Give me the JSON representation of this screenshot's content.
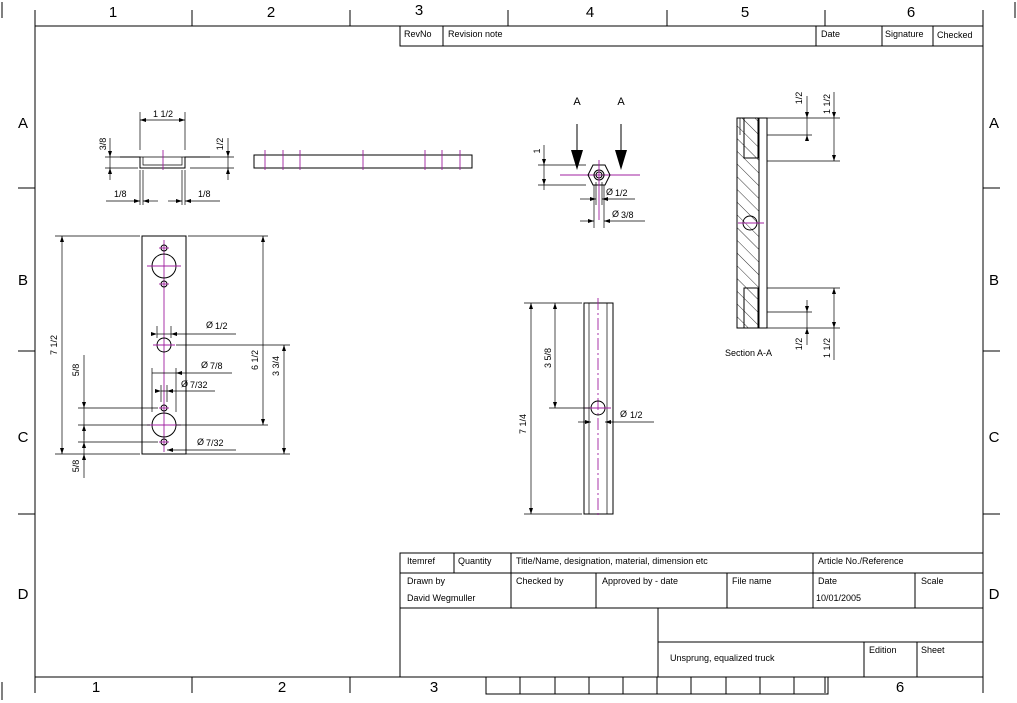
{
  "frame": {
    "col_labels_top": [
      "1",
      "2",
      "3",
      "4",
      "5",
      "6"
    ],
    "col_labels_bottom": [
      "1",
      "2",
      "3",
      "6"
    ],
    "row_labels": [
      "A",
      "B",
      "C",
      "D"
    ]
  },
  "revision_block": {
    "rev_no": "RevNo",
    "revision_note": "Revision note",
    "date": "Date",
    "signature": "Signature",
    "checked": "Checked"
  },
  "title_block": {
    "itemref": "Itemref",
    "quantity": "Quantity",
    "title_header": "Title/Name, designation, material, dimension etc",
    "article_header": "Article No./Reference",
    "drawn_by_label": "Drawn by",
    "drawn_by": "David Wegmuller",
    "checked_by_label": "Checked by",
    "approved_by_label": "Approved by - date",
    "file_name_label": "File name",
    "date_label": "Date",
    "date": "10/01/2005",
    "scale_label": "Scale",
    "title": "Unsprung, equalized truck",
    "edition_label": "Edition",
    "sheet_label": "Sheet"
  },
  "views": {
    "top_small": {
      "d_1_1_2": "1 1/2",
      "d_3_8": "3/8",
      "d_1_2": "1/2",
      "d_1_8_left": "1/8",
      "d_1_8_right": "1/8"
    },
    "front_plate": {
      "d_7_1_2": "7 1/2",
      "d_5_8_top": "5/8",
      "d_5_8_bottom": "5/8",
      "d_6_1_2": "6 1/2",
      "d_3_3_4": "3 3/4",
      "dia_1_2": "1/2",
      "dia_7_8": "7/8",
      "dia_7_32_a": "7/32",
      "dia_7_32_b": "7/32"
    },
    "end_view": {
      "cut_a_left": "A",
      "cut_a_right": "A",
      "d_1": "1",
      "dia_1_2": "1/2",
      "dia_3_8": "3/8"
    },
    "bar_view": {
      "d_7_1_4": "7 1/4",
      "d_3_5_8": "3 5/8",
      "dia_1_2": "1/2"
    },
    "section": {
      "caption": "Section A-A",
      "d_1_2_top": "1/2",
      "d_1_1_2_top": "1 1/2",
      "d_1_2_bottom": "1/2",
      "d_1_1_2_bottom": "1 1/2"
    }
  },
  "symbols": {
    "diameter": "Ø"
  }
}
